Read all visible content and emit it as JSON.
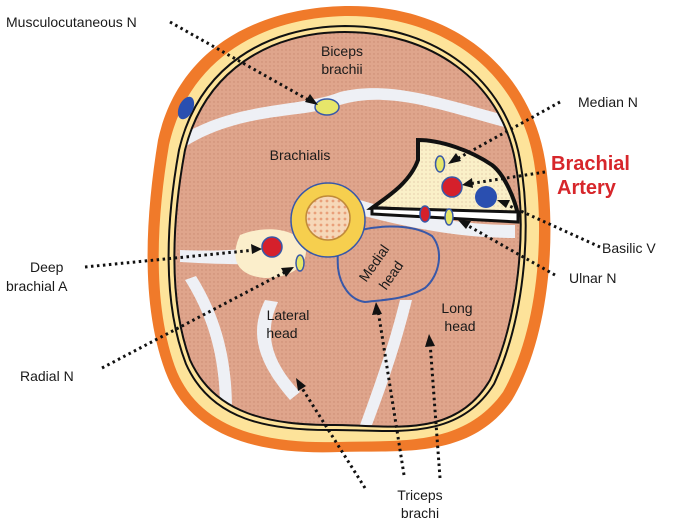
{
  "labels": {
    "musculocutaneous_n": "Musculocutaneous N",
    "biceps_line1": "Biceps",
    "biceps_line2": "brachii",
    "brachialis": "Brachialis",
    "median_n": "Median N",
    "brachial_artery_line1": "Brachial",
    "brachial_artery_line2": "Artery",
    "basilic_v": "Basilic V",
    "ulnar_n": "Ulnar N",
    "deep_brachial_line1": "Deep",
    "deep_brachial_line2": "brachial A",
    "medial_head_line1": "Medial",
    "medial_head_line2": "head",
    "lateral_head_line1": "Lateral",
    "lateral_head_line2": "head",
    "long_head_line1": "Long",
    "long_head_line2": "head",
    "radial_n": "Radial N",
    "triceps_line1": "Triceps",
    "triceps_line2": "brachi"
  },
  "colors": {
    "skin": "#f07a2a",
    "fat": "#fde39a",
    "muscle": "#dfa58c",
    "fascia": "#eef0f5",
    "bone_cortex": "#f6cf4e",
    "marrow": "#f3c9a8",
    "artery": "#d5202b",
    "vein": "#2a4fb0",
    "nerve": "#e6e66a",
    "highlight_red": "#d7262b"
  }
}
